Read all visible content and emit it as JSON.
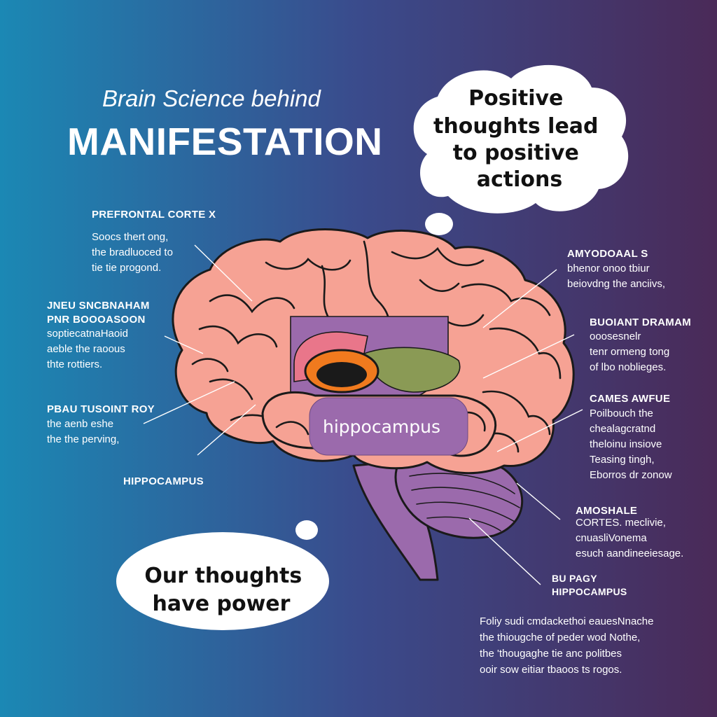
{
  "title": {
    "line1": "Brain Science behind",
    "line2": "MANIFESTATION"
  },
  "bubbles": {
    "top_right": [
      "Positive",
      "thoughts lead",
      "to positive",
      "actions"
    ],
    "bottom_left": [
      "Our thoughts",
      "have power"
    ]
  },
  "brain_caption": "hippocampus",
  "labels": {
    "prefrontal": {
      "heading": "PREFRONTAL CORTE X",
      "body": [
        "Soocs thert ong,",
        "the bradluoced to",
        "tie tie progond."
      ]
    },
    "left_mid": {
      "heading": [
        "JNEU SNCBNAHAM",
        "PNR BOOOASOON"
      ],
      "body": [
        "soptiecatnaHaoid",
        "aeble the raoous",
        "thte rottiers."
      ]
    },
    "left_low": {
      "heading": "PBAU TUSOINT ROY",
      "body": [
        "the aenb eshe",
        "the the perving,"
      ]
    },
    "left_hippo": {
      "heading": "HIPPOCAMPUS"
    },
    "right_top": {
      "heading": "AMYODOAAL S",
      "body": [
        "bhenor onoo tbiur",
        "beiovdng the anciivs,"
      ]
    },
    "right_mid": {
      "heading": "BUOIANT DRAMAM",
      "body": [
        "ooosesnelr",
        "tenr ormeng tong",
        "of lbo noblieges."
      ]
    },
    "right_low": {
      "heading": "CAMES AWFUE",
      "body": [
        "Poilbouch the",
        "chealagcratnd",
        "theloinu insiove",
        "Teasing tingh,",
        "Eborros dr zonow"
      ]
    },
    "right_amos": {
      "heading": "AMOSHALE",
      "body": [
        "CORTES. meclivie,",
        "cnuasliVonema",
        "esuch aandineeiesage."
      ]
    },
    "right_hippo": {
      "heading": [
        "BU PAGY",
        "HIPPOCAMPUS"
      ]
    },
    "footer": [
      "Foliy sudi cmdackethoi eauesNnache",
      "the thiougche of peder wod Nothe,",
      "the 'thougaghe tie anc politbes",
      "ooir sow eitiar tbaoos ts rogos."
    ]
  },
  "colors": {
    "bg_left": "#1b88b4",
    "bg_mid": "#3a4b8c",
    "bg_right": "#4a2a58",
    "brain_pink": "#f6a294",
    "brain_outline": "#1a1a1a",
    "purple_region": "#9b6aac",
    "green_region": "#8a9a55",
    "orange_ring": "#f07a1e",
    "bubble_white": "#ffffff"
  }
}
